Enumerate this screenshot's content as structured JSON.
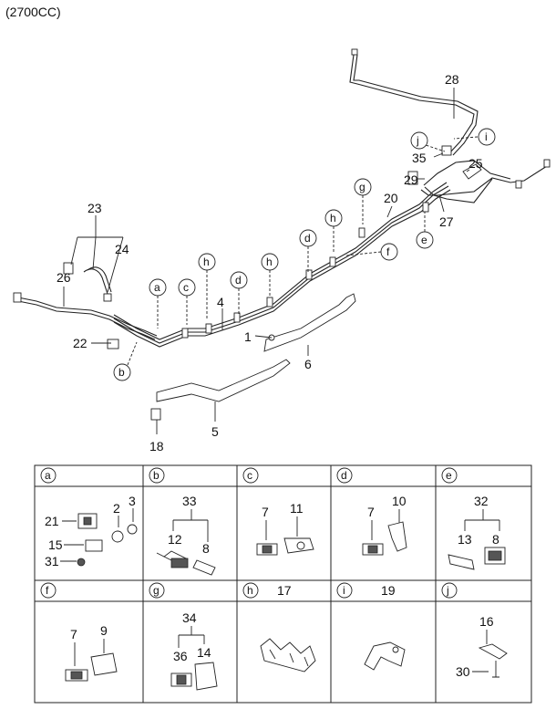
{
  "engine_note": "(2700CC)",
  "main_labels": {
    "n1": "1",
    "n4": "4",
    "n5": "5",
    "n6": "6",
    "n18": "18",
    "n20": "20",
    "n22": "22",
    "n23": "23",
    "n24": "24",
    "n25": "25",
    "n26": "26",
    "n27": "27",
    "n28": "28",
    "n29": "29",
    "n35": "35"
  },
  "callouts": {
    "a": "a",
    "b": "b",
    "c": "c",
    "d1": "d",
    "d2": "d",
    "e": "e",
    "f": "f",
    "g": "g",
    "h1": "h",
    "h2": "h",
    "h3": "h",
    "i": "i",
    "j": "j"
  },
  "detail_table": {
    "cells": [
      {
        "letter": "a",
        "parts": [
          "21",
          "2",
          "3",
          "15",
          "31"
        ]
      },
      {
        "letter": "b",
        "parts": [
          "33",
          "12",
          "8"
        ]
      },
      {
        "letter": "c",
        "parts": [
          "7",
          "11"
        ]
      },
      {
        "letter": "d",
        "parts": [
          "7",
          "10"
        ]
      },
      {
        "letter": "e",
        "parts": [
          "32",
          "13",
          "8"
        ]
      },
      {
        "letter": "f",
        "parts": [
          "7",
          "9"
        ]
      },
      {
        "letter": "g",
        "parts": [
          "34",
          "36",
          "14"
        ]
      },
      {
        "letter": "h",
        "parts": [
          "17"
        ]
      },
      {
        "letter": "i",
        "parts": [
          "19"
        ]
      },
      {
        "letter": "j",
        "parts": [
          "16",
          "30"
        ]
      }
    ]
  }
}
